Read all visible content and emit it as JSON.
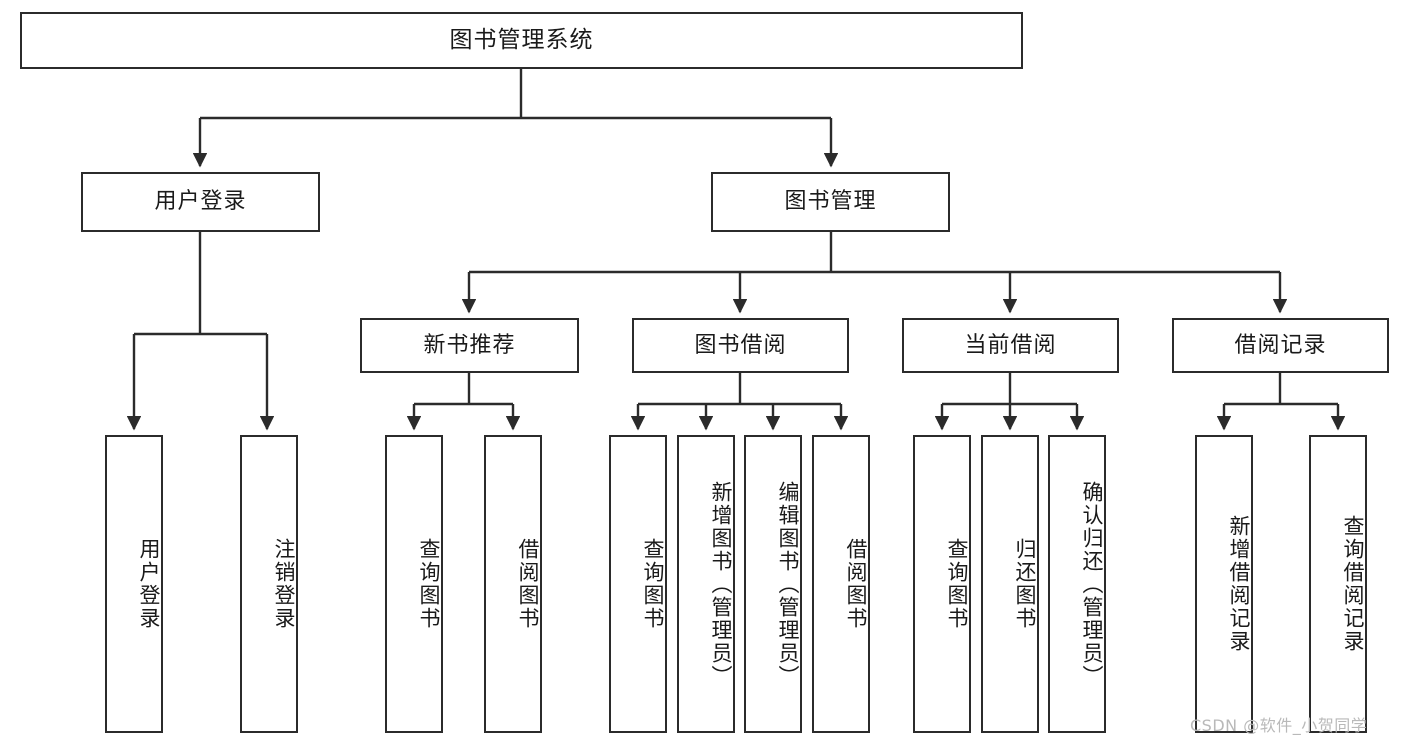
{
  "diagram": {
    "type": "tree",
    "title": "图书管理系统",
    "root": {
      "label": "图书管理系统"
    },
    "level2": [
      {
        "label": "用户登录"
      },
      {
        "label": "图书管理"
      }
    ],
    "level3": [
      {
        "label": "新书推荐"
      },
      {
        "label": "图书借阅"
      },
      {
        "label": "当前借阅"
      },
      {
        "label": "借阅记录"
      }
    ],
    "leaves": {
      "user_login": [
        {
          "label": "用户登录"
        },
        {
          "label": "注销登录"
        }
      ],
      "new_book_recommend": [
        {
          "label": "查询图书"
        },
        {
          "label": "借阅图书"
        }
      ],
      "book_borrow": [
        {
          "label": "查询图书"
        },
        {
          "label": "新增图书（管理员）"
        },
        {
          "label": "编辑图书（管理员）"
        },
        {
          "label": "借阅图书"
        }
      ],
      "current_borrow": [
        {
          "label": "查询图书"
        },
        {
          "label": "归还图书"
        },
        {
          "label": "确认归还（管理员）"
        }
      ],
      "borrow_record": [
        {
          "label": "新增借阅记录"
        },
        {
          "label": "查询借阅记录"
        }
      ]
    },
    "colors": {
      "box_border": "#2b2b2b",
      "box_fill": "#ffffff",
      "connector": "#2b2b2b",
      "text": "#1a1a1a",
      "watermark": "#b9b9b9"
    }
  },
  "watermark": {
    "text": "CSDN @软件_小贺同学"
  }
}
